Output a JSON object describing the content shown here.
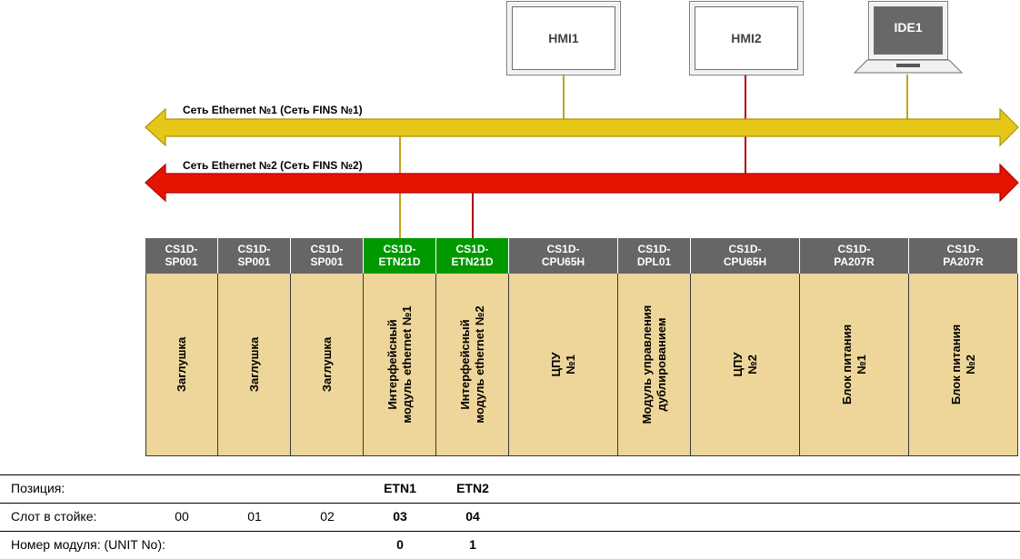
{
  "stations": [
    {
      "label": "HMI1",
      "kind": "monitor"
    },
    {
      "label": "HMI2",
      "kind": "monitor"
    },
    {
      "label": "IDE1",
      "kind": "laptop"
    }
  ],
  "networks": [
    {
      "label": "Сеть Ethernet №1 (Сеть FINS №1)",
      "color": "#e6c619",
      "line_color": "#c4a21d"
    },
    {
      "label": "Сеть Ethernet №2 (Сеть FINS №2)",
      "color": "#e51400",
      "line_color": "#b20000"
    }
  ],
  "rack": {
    "modules": [
      {
        "model": "CS1D-\nSP001",
        "desc": "Заглушка",
        "highlight": false
      },
      {
        "model": "CS1D-\nSP001",
        "desc": "Заглушка",
        "highlight": false
      },
      {
        "model": "CS1D-\nSP001",
        "desc": "Заглушка",
        "highlight": false
      },
      {
        "model": "CS1D-\nETN21D",
        "desc": "Интерфейсный\nмодуль ethernet №1",
        "highlight": true
      },
      {
        "model": "CS1D-\nETN21D",
        "desc": "Интерфейсный\nмодуль ethernet №2",
        "highlight": true
      },
      {
        "model": "CS1D-\nCPU65H",
        "desc": "ЦПУ\n№1",
        "highlight": false
      },
      {
        "model": "CS1D-\nDPL01",
        "desc": "Модуль управления\nдублированием",
        "highlight": false
      },
      {
        "model": "CS1D-\nCPU65H",
        "desc": "ЦПУ\n№2",
        "highlight": false
      },
      {
        "model": "CS1D-\nPA207R",
        "desc": "Блок питания\n№1",
        "highlight": false
      },
      {
        "model": "CS1D-\nPA207R",
        "desc": "Блок питания\n№2",
        "highlight": false
      }
    ]
  },
  "table": {
    "rows": [
      {
        "label": "Позиция:",
        "cells": [
          "",
          "",
          "",
          "ETN1",
          "ETN2"
        ],
        "bold": [
          false,
          false,
          false,
          true,
          true
        ]
      },
      {
        "label": "Слот в стойке:",
        "cells": [
          "00",
          "01",
          "02",
          "03",
          "04"
        ],
        "bold": [
          false,
          false,
          false,
          true,
          true
        ]
      },
      {
        "label": "Номер модуля: (UNIT No):",
        "cells": [
          "",
          "",
          "",
          "0",
          "1"
        ],
        "bold": [
          false,
          false,
          false,
          true,
          true
        ]
      }
    ]
  }
}
